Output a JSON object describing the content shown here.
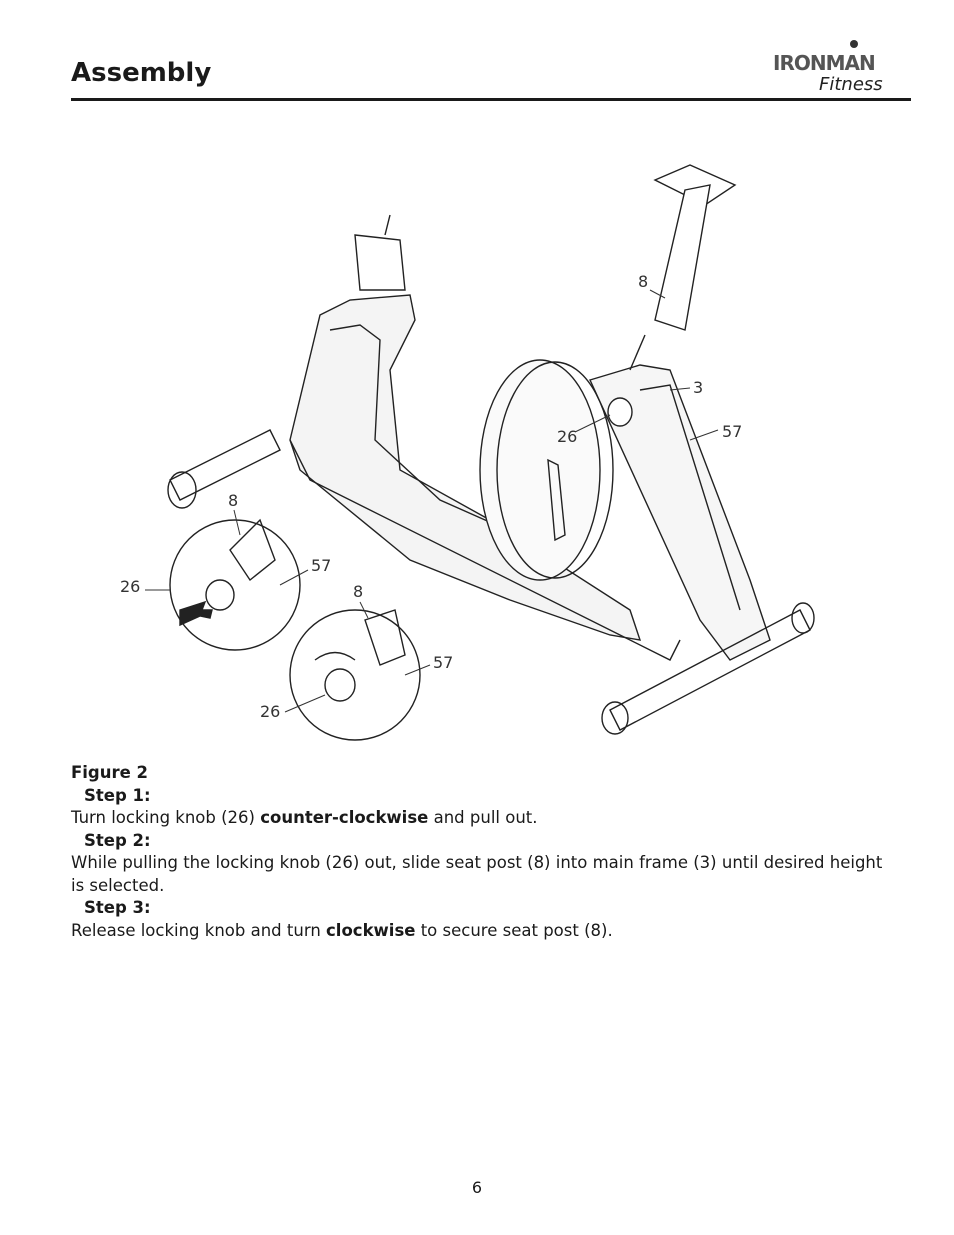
{
  "header": {
    "title": "Assembly",
    "logo_text": "IRONMAN Fitness"
  },
  "figure": {
    "callouts": {
      "seat_post": "8",
      "main_frame": "3",
      "knob": "26",
      "cover": "57",
      "inset1_post": "8",
      "inset1_knob": "26",
      "inset1_cover": "57",
      "inset2_post": "8",
      "inset2_knob": "26",
      "inset2_cover": "57"
    }
  },
  "instructions": {
    "caption": "Figure 2",
    "step1_label": "Step 1:",
    "step1_pre": "Turn locking knob (26) ",
    "step1_bold": "counter-clockwise",
    "step1_post": " and pull out.",
    "step2_label": "Step 2:",
    "step2_text": "While pulling the locking knob (26) out, slide seat post (8) into main frame (3) until desired height is selected.",
    "step3_label": "Step 3:",
    "step3_pre": "Release locking knob and turn ",
    "step3_bold": "clockwise",
    "step3_post": " to secure seat post (8)."
  },
  "footer": {
    "page_number": "6"
  }
}
